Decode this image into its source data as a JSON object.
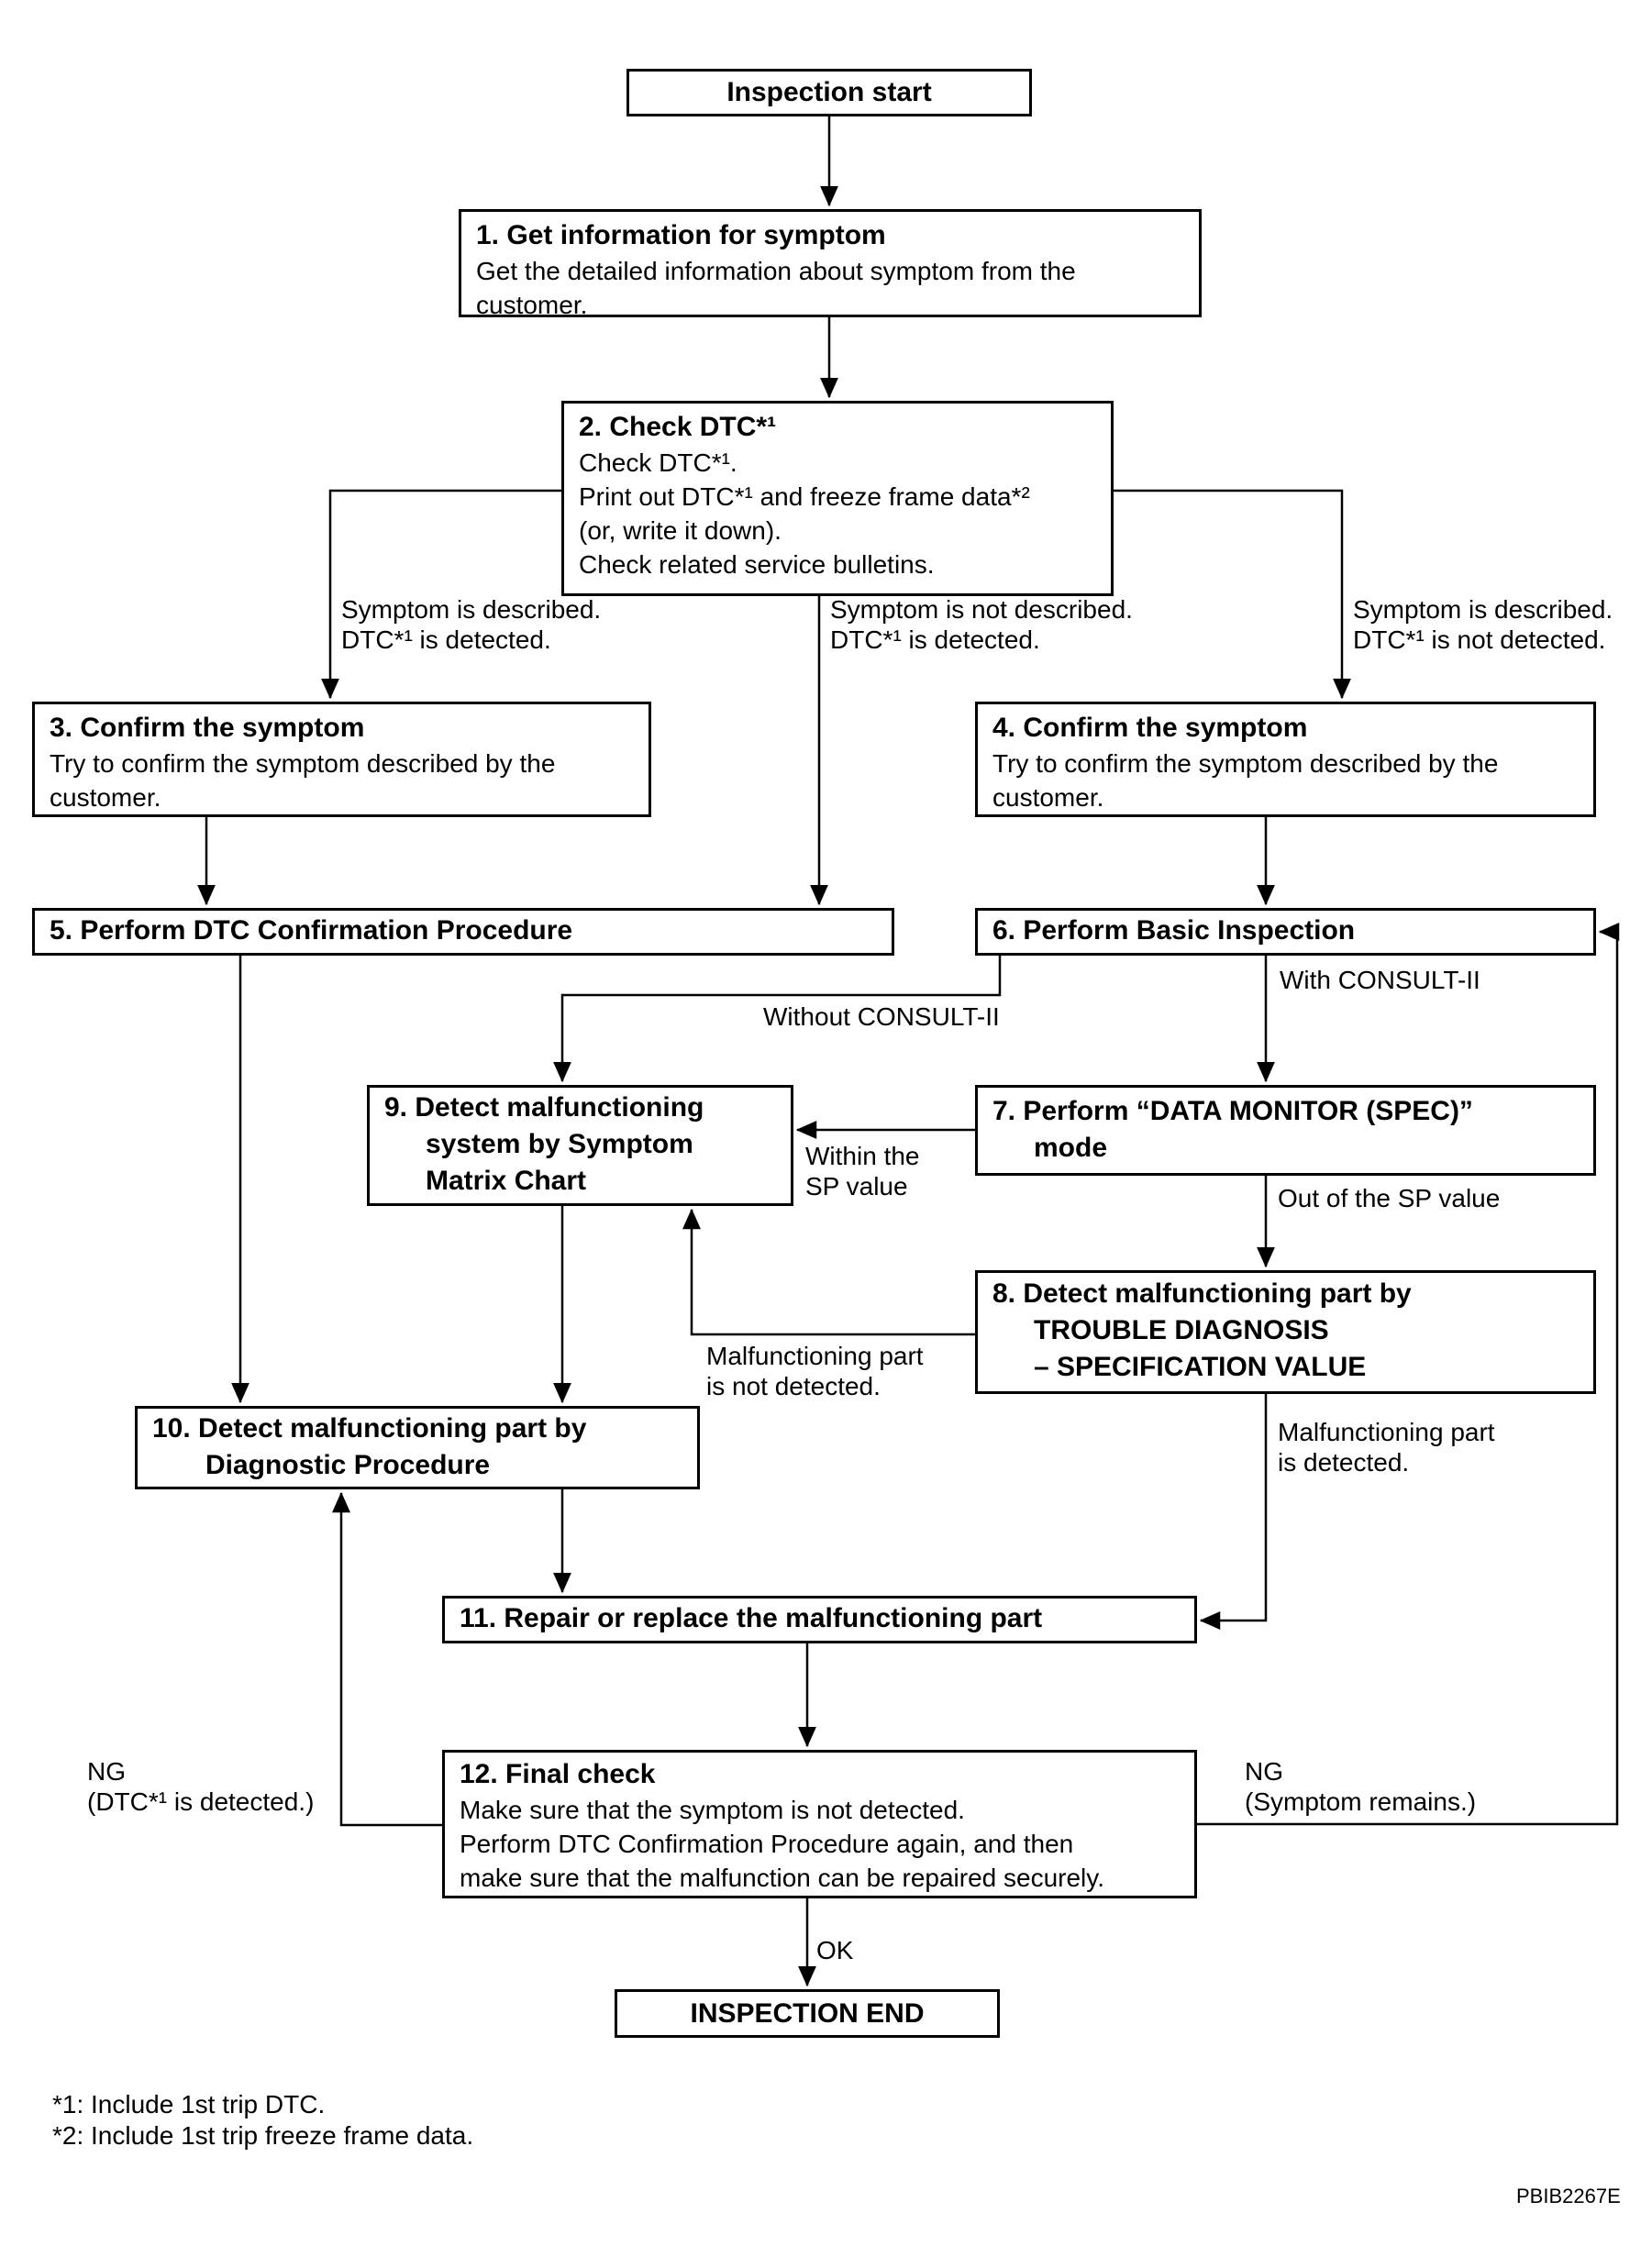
{
  "document": {
    "footnotes": [
      "*1: Include 1st trip DTC.",
      "*2: Include 1st trip freeze frame data."
    ],
    "figure_code": "PBIB2267E"
  },
  "colors": {
    "ink": "#000000",
    "paper": "#ffffff"
  },
  "flowchart": {
    "start": {
      "label": "Inspection start"
    },
    "end": {
      "label": "INSPECTION END"
    },
    "steps": {
      "s1": {
        "title": "1. Get information for symptom",
        "body": [
          "Get the detailed information about symptom from the",
          "customer."
        ]
      },
      "s2": {
        "title": "2. Check DTC*¹",
        "body": [
          "Check DTC*¹.",
          "Print out DTC*¹ and freeze frame data*²",
          "(or, write it down).",
          "Check related service bulletins."
        ]
      },
      "s3": {
        "title": "3. Confirm the symptom",
        "body": [
          "Try to confirm the symptom described by the",
          "customer."
        ]
      },
      "s4": {
        "title": "4. Confirm the symptom",
        "body": [
          "Try to confirm the symptom described by the",
          "customer."
        ]
      },
      "s5": {
        "title": "5. Perform DTC Confirmation Procedure"
      },
      "s6": {
        "title": "6. Perform Basic Inspection"
      },
      "s7": {
        "title_lines": [
          "7. Perform “DATA MONITOR (SPEC)”",
          "mode"
        ]
      },
      "s8": {
        "title_lines": [
          "8. Detect malfunctioning part by",
          "TROUBLE DIAGNOSIS",
          "– SPECIFICATION VALUE"
        ]
      },
      "s9": {
        "title_lines": [
          "9. Detect malfunctioning",
          "system by Symptom",
          "Matrix Chart"
        ]
      },
      "s10": {
        "title_lines": [
          "10. Detect malfunctioning part by",
          "Diagnostic Procedure"
        ]
      },
      "s11": {
        "title": "11. Repair or replace the malfunctioning part"
      },
      "s12": {
        "title": "12. Final check",
        "body": [
          "Make sure that the symptom is not detected.",
          "Perform DTC Confirmation Procedure again, and then",
          "make sure that the malfunction can be repaired securely."
        ]
      }
    },
    "edge_labels": {
      "branch_left": [
        "Symptom is described.",
        "DTC*¹ is detected."
      ],
      "branch_middle": [
        "Symptom is not described.",
        "DTC*¹ is detected."
      ],
      "branch_right": [
        "Symptom is described.",
        "DTC*¹ is not detected."
      ],
      "without_consult": "Without CONSULT-II",
      "with_consult": "With CONSULT-II",
      "within_sp": [
        "Within the",
        "SP value"
      ],
      "out_of_sp": "Out of the SP value",
      "part_not_detected": [
        "Malfunctioning part",
        "is not detected."
      ],
      "part_detected": [
        "Malfunctioning part",
        "is detected."
      ],
      "ng_dtc": [
        "NG",
        "(DTC*¹ is detected.)"
      ],
      "ng_symptom": [
        "NG",
        "(Symptom remains.)"
      ],
      "ok": "OK"
    }
  }
}
